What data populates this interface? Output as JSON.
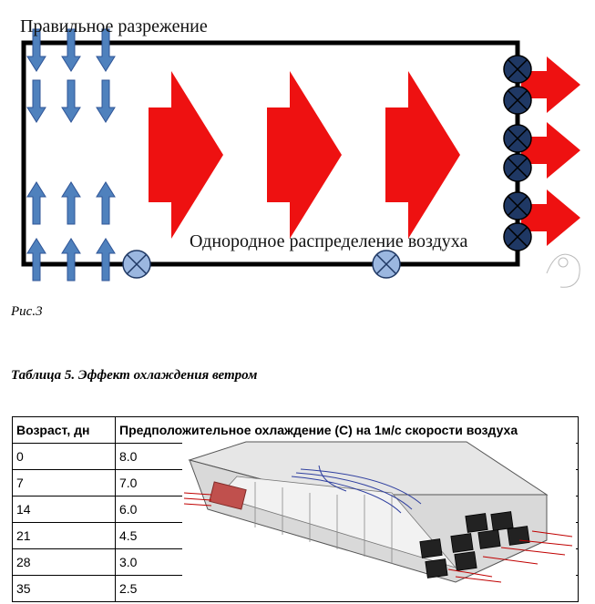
{
  "figure": {
    "top_label": "Правильное разрежение",
    "middle_label": "Однородное распределение воздуха",
    "caption": "Рис.3"
  },
  "table": {
    "title": "Таблица 5. Эффект охлаждения ветром",
    "headers": [
      "Возраст, дн",
      "Предположительное охлаждение (С) на 1м/с скорости воздуха"
    ],
    "rows": [
      [
        "0",
        "8.0"
      ],
      [
        "7",
        "7.0"
      ],
      [
        "14",
        "6.0"
      ],
      [
        "21",
        "4.5"
      ],
      [
        "28",
        "3.0"
      ],
      [
        "35",
        "2.5"
      ]
    ]
  },
  "colors": {
    "flow_arrow": "#ee1111",
    "inlet_arrow": "#4f81bd",
    "fan": "#1f3864",
    "inlet_fan": "#9bb7e0"
  }
}
